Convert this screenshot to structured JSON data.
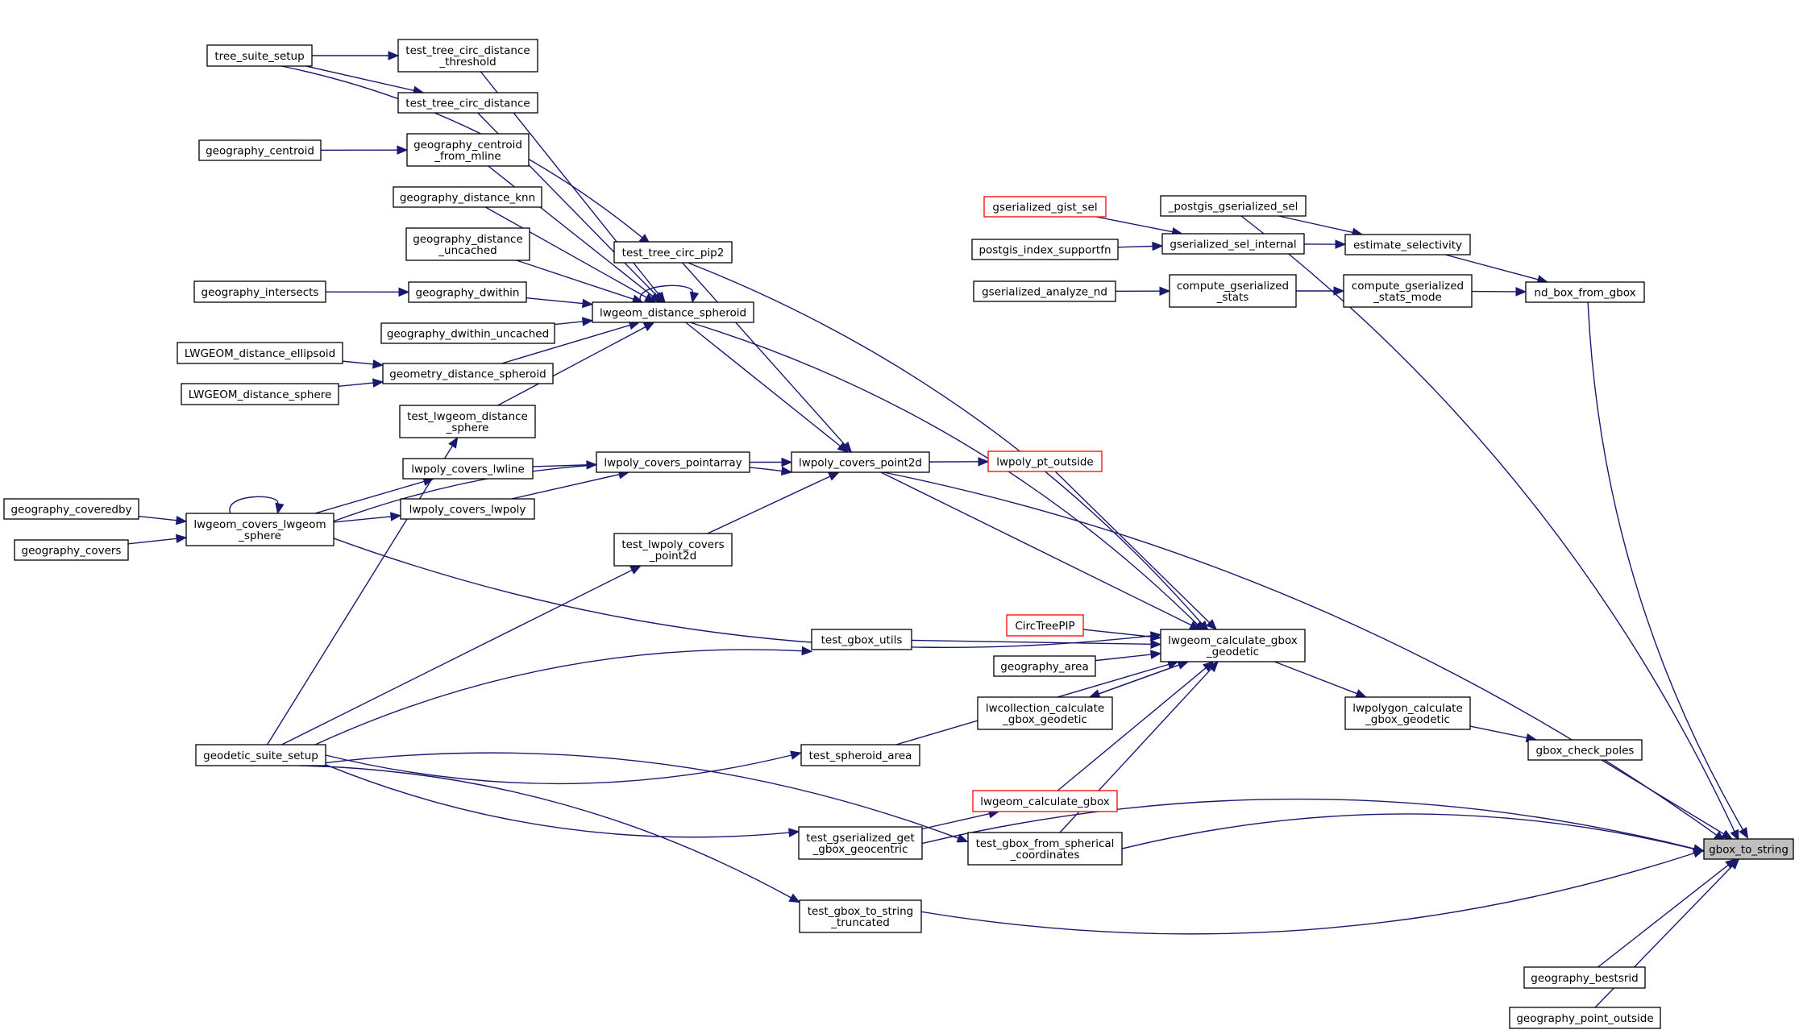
{
  "graph": {
    "title": "gbox_to_string caller graph",
    "focus_node": "gbox_to_string",
    "colors": {
      "edge": "#191970",
      "border": "#000000",
      "border_undocumented": "#ff0000",
      "focus_fill": "#bfbfbf"
    },
    "nodes": [
      {
        "id": "tree_suite_setup",
        "lines": [
          "tree_suite_setup"
        ],
        "style": "normal"
      },
      {
        "id": "test_tree_circ_distance_threshold",
        "lines": [
          "test_tree_circ_distance",
          "_threshold"
        ],
        "style": "normal"
      },
      {
        "id": "test_tree_circ_distance",
        "lines": [
          "test_tree_circ_distance"
        ],
        "style": "normal"
      },
      {
        "id": "geography_centroid",
        "lines": [
          "geography_centroid"
        ],
        "style": "normal"
      },
      {
        "id": "geography_centroid_from_mline",
        "lines": [
          "geography_centroid",
          "_from_mline"
        ],
        "style": "normal"
      },
      {
        "id": "geography_distance_knn",
        "lines": [
          "geography_distance_knn"
        ],
        "style": "normal"
      },
      {
        "id": "geography_distance_uncached",
        "lines": [
          "geography_distance",
          "_uncached"
        ],
        "style": "normal"
      },
      {
        "id": "geography_intersects",
        "lines": [
          "geography_intersects"
        ],
        "style": "normal"
      },
      {
        "id": "geography_dwithin",
        "lines": [
          "geography_dwithin"
        ],
        "style": "normal"
      },
      {
        "id": "geography_dwithin_uncached",
        "lines": [
          "geography_dwithin_uncached"
        ],
        "style": "normal"
      },
      {
        "id": "LWGEOM_distance_ellipsoid",
        "lines": [
          "LWGEOM_distance_ellipsoid"
        ],
        "style": "normal"
      },
      {
        "id": "LWGEOM_distance_sphere",
        "lines": [
          "LWGEOM_distance_sphere"
        ],
        "style": "normal"
      },
      {
        "id": "geometry_distance_spheroid",
        "lines": [
          "geometry_distance_spheroid"
        ],
        "style": "normal"
      },
      {
        "id": "test_lwgeom_distance_sphere",
        "lines": [
          "test_lwgeom_distance",
          "_sphere"
        ],
        "style": "normal"
      },
      {
        "id": "lwgeom_distance_spheroid",
        "lines": [
          "lwgeom_distance_spheroid"
        ],
        "style": "normal"
      },
      {
        "id": "test_tree_circ_pip2",
        "lines": [
          "test_tree_circ_pip2"
        ],
        "style": "normal"
      },
      {
        "id": "geography_coveredby",
        "lines": [
          "geography_coveredby"
        ],
        "style": "normal"
      },
      {
        "id": "geography_covers",
        "lines": [
          "geography_covers"
        ],
        "style": "normal"
      },
      {
        "id": "lwgeom_covers_lwgeom_sphere",
        "lines": [
          "lwgeom_covers_lwgeom",
          "_sphere"
        ],
        "style": "normal"
      },
      {
        "id": "lwpoly_covers_lwline",
        "lines": [
          "lwpoly_covers_lwline"
        ],
        "style": "normal"
      },
      {
        "id": "lwpoly_covers_lwpoly",
        "lines": [
          "lwpoly_covers_lwpoly"
        ],
        "style": "normal"
      },
      {
        "id": "lwpoly_covers_pointarray",
        "lines": [
          "lwpoly_covers_pointarray"
        ],
        "style": "normal"
      },
      {
        "id": "test_lwpoly_covers_point2d",
        "lines": [
          "test_lwpoly_covers",
          "_point2d"
        ],
        "style": "normal"
      },
      {
        "id": "lwpoly_covers_point2d",
        "lines": [
          "lwpoly_covers_point2d"
        ],
        "style": "normal"
      },
      {
        "id": "lwpoly_pt_outside",
        "lines": [
          "lwpoly_pt_outside"
        ],
        "style": "red"
      },
      {
        "id": "gserialized_gist_sel",
        "lines": [
          "gserialized_gist_sel"
        ],
        "style": "red"
      },
      {
        "id": "_postgis_gserialized_sel",
        "lines": [
          "_postgis_gserialized_sel"
        ],
        "style": "normal"
      },
      {
        "id": "postgis_index_supportfn",
        "lines": [
          "postgis_index_supportfn"
        ],
        "style": "normal"
      },
      {
        "id": "gserialized_sel_internal",
        "lines": [
          "gserialized_sel_internal"
        ],
        "style": "normal"
      },
      {
        "id": "estimate_selectivity",
        "lines": [
          "estimate_selectivity"
        ],
        "style": "normal"
      },
      {
        "id": "gserialized_analyze_nd",
        "lines": [
          "gserialized_analyze_nd"
        ],
        "style": "normal"
      },
      {
        "id": "compute_gserialized_stats",
        "lines": [
          "compute_gserialized",
          "_stats"
        ],
        "style": "normal"
      },
      {
        "id": "compute_gserialized_stats_mode",
        "lines": [
          "compute_gserialized",
          "_stats_mode"
        ],
        "style": "normal"
      },
      {
        "id": "nd_box_from_gbox",
        "lines": [
          "nd_box_from_gbox"
        ],
        "style": "normal"
      },
      {
        "id": "test_gbox_utils",
        "lines": [
          "test_gbox_utils"
        ],
        "style": "normal"
      },
      {
        "id": "CircTreePIP",
        "lines": [
          "CircTreePIP"
        ],
        "style": "red"
      },
      {
        "id": "geography_area",
        "lines": [
          "geography_area"
        ],
        "style": "normal"
      },
      {
        "id": "lwcollection_calculate_gbox_geodetic",
        "lines": [
          "lwcollection_calculate",
          "_gbox_geodetic"
        ],
        "style": "normal"
      },
      {
        "id": "lwgeom_calculate_gbox_geodetic",
        "lines": [
          "lwgeom_calculate_gbox",
          "_geodetic"
        ],
        "style": "normal"
      },
      {
        "id": "lwpolygon_calculate_gbox_geodetic",
        "lines": [
          "lwpolygon_calculate",
          "_gbox_geodetic"
        ],
        "style": "normal"
      },
      {
        "id": "gbox_check_poles",
        "lines": [
          "gbox_check_poles"
        ],
        "style": "normal"
      },
      {
        "id": "geodetic_suite_setup",
        "lines": [
          "geodetic_suite_setup"
        ],
        "style": "normal"
      },
      {
        "id": "test_spheroid_area",
        "lines": [
          "test_spheroid_area"
        ],
        "style": "normal"
      },
      {
        "id": "lwgeom_calculate_gbox",
        "lines": [
          "lwgeom_calculate_gbox"
        ],
        "style": "red"
      },
      {
        "id": "test_gserialized_get_gbox_geocentric",
        "lines": [
          "test_gserialized_get",
          "_gbox_geocentric"
        ],
        "style": "normal"
      },
      {
        "id": "test_gbox_from_spherical_coordinates",
        "lines": [
          "test_gbox_from_spherical",
          "_coordinates"
        ],
        "style": "normal"
      },
      {
        "id": "test_gbox_to_string_truncated",
        "lines": [
          "test_gbox_to_string",
          "_truncated"
        ],
        "style": "normal"
      },
      {
        "id": "gbox_to_string",
        "lines": [
          "gbox_to_string"
        ],
        "style": "focus"
      },
      {
        "id": "geography_bestsrid",
        "lines": [
          "geography_bestsrid"
        ],
        "style": "normal"
      },
      {
        "id": "geography_point_outside",
        "lines": [
          "geography_point_outside"
        ],
        "style": "normal"
      }
    ],
    "edges": [
      [
        "tree_suite_setup",
        "test_tree_circ_distance_threshold"
      ],
      [
        "tree_suite_setup",
        "test_tree_circ_distance"
      ],
      [
        "tree_suite_setup",
        "test_tree_circ_pip2"
      ],
      [
        "geography_centroid",
        "geography_centroid_from_mline"
      ],
      [
        "geography_intersects",
        "geography_dwithin"
      ],
      [
        "LWGEOM_distance_ellipsoid",
        "geometry_distance_spheroid"
      ],
      [
        "LWGEOM_distance_sphere",
        "geometry_distance_spheroid"
      ],
      [
        "test_tree_circ_distance_threshold",
        "lwgeom_distance_spheroid"
      ],
      [
        "test_tree_circ_distance",
        "lwgeom_distance_spheroid"
      ],
      [
        "geography_centroid_from_mline",
        "lwgeom_distance_spheroid"
      ],
      [
        "geography_distance_knn",
        "lwgeom_distance_spheroid"
      ],
      [
        "geography_distance_uncached",
        "lwgeom_distance_spheroid"
      ],
      [
        "geography_dwithin",
        "lwgeom_distance_spheroid"
      ],
      [
        "geography_dwithin_uncached",
        "lwgeom_distance_spheroid"
      ],
      [
        "geometry_distance_spheroid",
        "lwgeom_distance_spheroid"
      ],
      [
        "test_lwgeom_distance_sphere",
        "lwgeom_distance_spheroid"
      ],
      [
        "lwgeom_distance_spheroid",
        "lwgeom_distance_spheroid"
      ],
      [
        "lwgeom_distance_spheroid",
        "lwpoly_covers_point2d"
      ],
      [
        "lwgeom_distance_spheroid",
        "lwgeom_calculate_gbox_geodetic"
      ],
      [
        "test_tree_circ_pip2",
        "lwpoly_covers_point2d"
      ],
      [
        "test_tree_circ_pip2",
        "lwgeom_calculate_gbox_geodetic"
      ],
      [
        "geography_coveredby",
        "lwgeom_covers_lwgeom_sphere"
      ],
      [
        "geography_covers",
        "lwgeom_covers_lwgeom_sphere"
      ],
      [
        "lwgeom_covers_lwgeom_sphere",
        "lwgeom_covers_lwgeom_sphere"
      ],
      [
        "lwgeom_covers_lwgeom_sphere",
        "lwpoly_covers_lwline"
      ],
      [
        "lwgeom_covers_lwgeom_sphere",
        "lwpoly_covers_lwpoly"
      ],
      [
        "lwgeom_covers_lwgeom_sphere",
        "lwpoly_covers_point2d"
      ],
      [
        "lwgeom_covers_lwgeom_sphere",
        "lwgeom_calculate_gbox_geodetic"
      ],
      [
        "lwpoly_covers_lwline",
        "lwpoly_covers_pointarray"
      ],
      [
        "lwpoly_covers_lwpoly",
        "lwpoly_covers_pointarray"
      ],
      [
        "lwpoly_covers_pointarray",
        "lwpoly_covers_point2d"
      ],
      [
        "test_lwpoly_covers_point2d",
        "lwpoly_covers_point2d"
      ],
      [
        "lwpoly_covers_point2d",
        "lwpoly_pt_outside"
      ],
      [
        "lwpoly_covers_point2d",
        "lwgeom_calculate_gbox_geodetic"
      ],
      [
        "lwpoly_covers_point2d",
        "gbox_to_string"
      ],
      [
        "lwpoly_pt_outside",
        "lwgeom_calculate_gbox_geodetic"
      ],
      [
        "gserialized_gist_sel",
        "gserialized_sel_internal"
      ],
      [
        "postgis_index_supportfn",
        "gserialized_sel_internal"
      ],
      [
        "gserialized_sel_internal",
        "estimate_selectivity"
      ],
      [
        "_postgis_gserialized_sel",
        "estimate_selectivity"
      ],
      [
        "_postgis_gserialized_sel",
        "gbox_to_string"
      ],
      [
        "estimate_selectivity",
        "nd_box_from_gbox"
      ],
      [
        "gserialized_analyze_nd",
        "compute_gserialized_stats"
      ],
      [
        "compute_gserialized_stats",
        "compute_gserialized_stats_mode"
      ],
      [
        "compute_gserialized_stats_mode",
        "nd_box_from_gbox"
      ],
      [
        "nd_box_from_gbox",
        "gbox_to_string"
      ],
      [
        "test_gbox_utils",
        "lwgeom_calculate_gbox_geodetic"
      ],
      [
        "CircTreePIP",
        "lwgeom_calculate_gbox_geodetic"
      ],
      [
        "geography_area",
        "lwgeom_calculate_gbox_geodetic"
      ],
      [
        "lwgeom_calculate_gbox_geodetic",
        "lwcollection_calculate_gbox_geodetic"
      ],
      [
        "lwcollection_calculate_gbox_geodetic",
        "lwgeom_calculate_gbox_geodetic"
      ],
      [
        "lwgeom_calculate_gbox_geodetic",
        "lwpolygon_calculate_gbox_geodetic"
      ],
      [
        "lwpolygon_calculate_gbox_geodetic",
        "gbox_check_poles"
      ],
      [
        "gbox_check_poles",
        "gbox_to_string"
      ],
      [
        "geodetic_suite_setup",
        "test_lwgeom_distance_sphere"
      ],
      [
        "geodetic_suite_setup",
        "test_lwpoly_covers_point2d"
      ],
      [
        "geodetic_suite_setup",
        "test_gbox_utils"
      ],
      [
        "geodetic_suite_setup",
        "test_spheroid_area"
      ],
      [
        "geodetic_suite_setup",
        "test_gbox_from_spherical_coordinates"
      ],
      [
        "geodetic_suite_setup",
        "test_gserialized_get_gbox_geocentric"
      ],
      [
        "geodetic_suite_setup",
        "test_gbox_to_string_truncated"
      ],
      [
        "test_spheroid_area",
        "lwgeom_calculate_gbox_geodetic"
      ],
      [
        "lwgeom_calculate_gbox",
        "lwgeom_calculate_gbox_geodetic"
      ],
      [
        "test_gserialized_get_gbox_geocentric",
        "lwgeom_calculate_gbox"
      ],
      [
        "test_gserialized_get_gbox_geocentric",
        "gbox_to_string"
      ],
      [
        "test_gbox_from_spherical_coordinates",
        "lwgeom_calculate_gbox_geodetic"
      ],
      [
        "test_gbox_from_spherical_coordinates",
        "gbox_to_string"
      ],
      [
        "test_gbox_to_string_truncated",
        "gbox_to_string"
      ],
      [
        "geography_bestsrid",
        "gbox_to_string"
      ],
      [
        "geography_point_outside",
        "gbox_to_string"
      ]
    ]
  }
}
